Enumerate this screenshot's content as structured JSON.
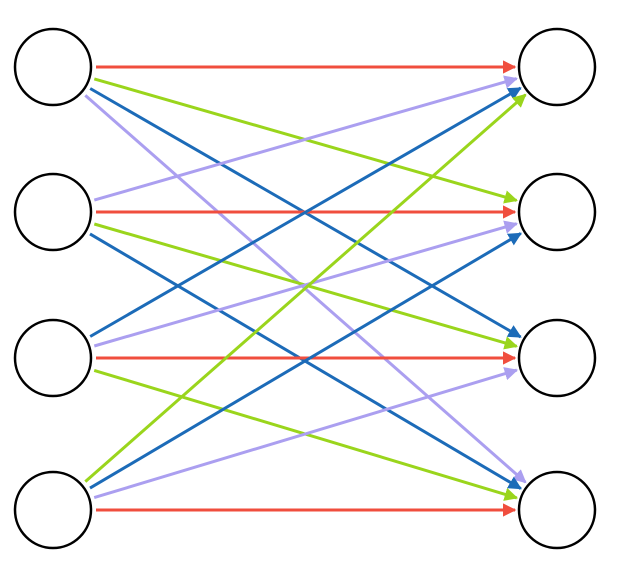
{
  "diagram": {
    "type": "bipartite-directed-graph",
    "left_nodes": [
      "L1",
      "L2",
      "L3",
      "L4"
    ],
    "right_nodes": [
      "R1",
      "R2",
      "R3",
      "R4"
    ],
    "colors": {
      "red": "#f04e3e",
      "green": "#9ad51c",
      "blue": "#1c6bb8",
      "lavender": "#ab9ff0",
      "node_stroke": "#000000",
      "node_fill": "#ffffff"
    },
    "edges": [
      {
        "from": "L1",
        "to": "R1",
        "color": "red"
      },
      {
        "from": "L1",
        "to": "R2",
        "color": "green"
      },
      {
        "from": "L1",
        "to": "R3",
        "color": "blue"
      },
      {
        "from": "L1",
        "to": "R4",
        "color": "lavender"
      },
      {
        "from": "L2",
        "to": "R1",
        "color": "lavender"
      },
      {
        "from": "L2",
        "to": "R2",
        "color": "red"
      },
      {
        "from": "L2",
        "to": "R3",
        "color": "green"
      },
      {
        "from": "L2",
        "to": "R4",
        "color": "blue"
      },
      {
        "from": "L3",
        "to": "R1",
        "color": "blue"
      },
      {
        "from": "L3",
        "to": "R2",
        "color": "lavender"
      },
      {
        "from": "L3",
        "to": "R3",
        "color": "red"
      },
      {
        "from": "L3",
        "to": "R4",
        "color": "green"
      },
      {
        "from": "L4",
        "to": "R1",
        "color": "green"
      },
      {
        "from": "L4",
        "to": "R2",
        "color": "blue"
      },
      {
        "from": "L4",
        "to": "R3",
        "color": "lavender"
      },
      {
        "from": "L4",
        "to": "R4",
        "color": "red"
      }
    ]
  }
}
